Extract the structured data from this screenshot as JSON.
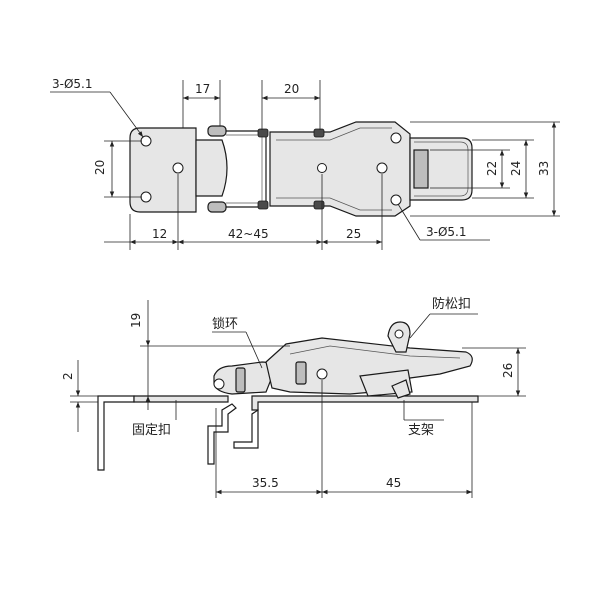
{
  "top_view": {
    "dims": {
      "hole_note_left": "3-Ø5.1",
      "hole_note_right": "3-Ø5.1",
      "w17": "17",
      "w20": "20",
      "h20": "20",
      "h22": "22",
      "h24": "24",
      "h33": "33",
      "w12": "12",
      "w42_45": "42~45",
      "w25": "25"
    }
  },
  "side_view": {
    "dims": {
      "h19": "19",
      "h2": "2",
      "h26": "26",
      "w35_5": "35.5",
      "w45": "45"
    },
    "labels": {
      "lock_ring": "锁环",
      "anti_loosen": "防松扣",
      "fixed_catch": "固定扣",
      "bracket": "支架"
    }
  }
}
